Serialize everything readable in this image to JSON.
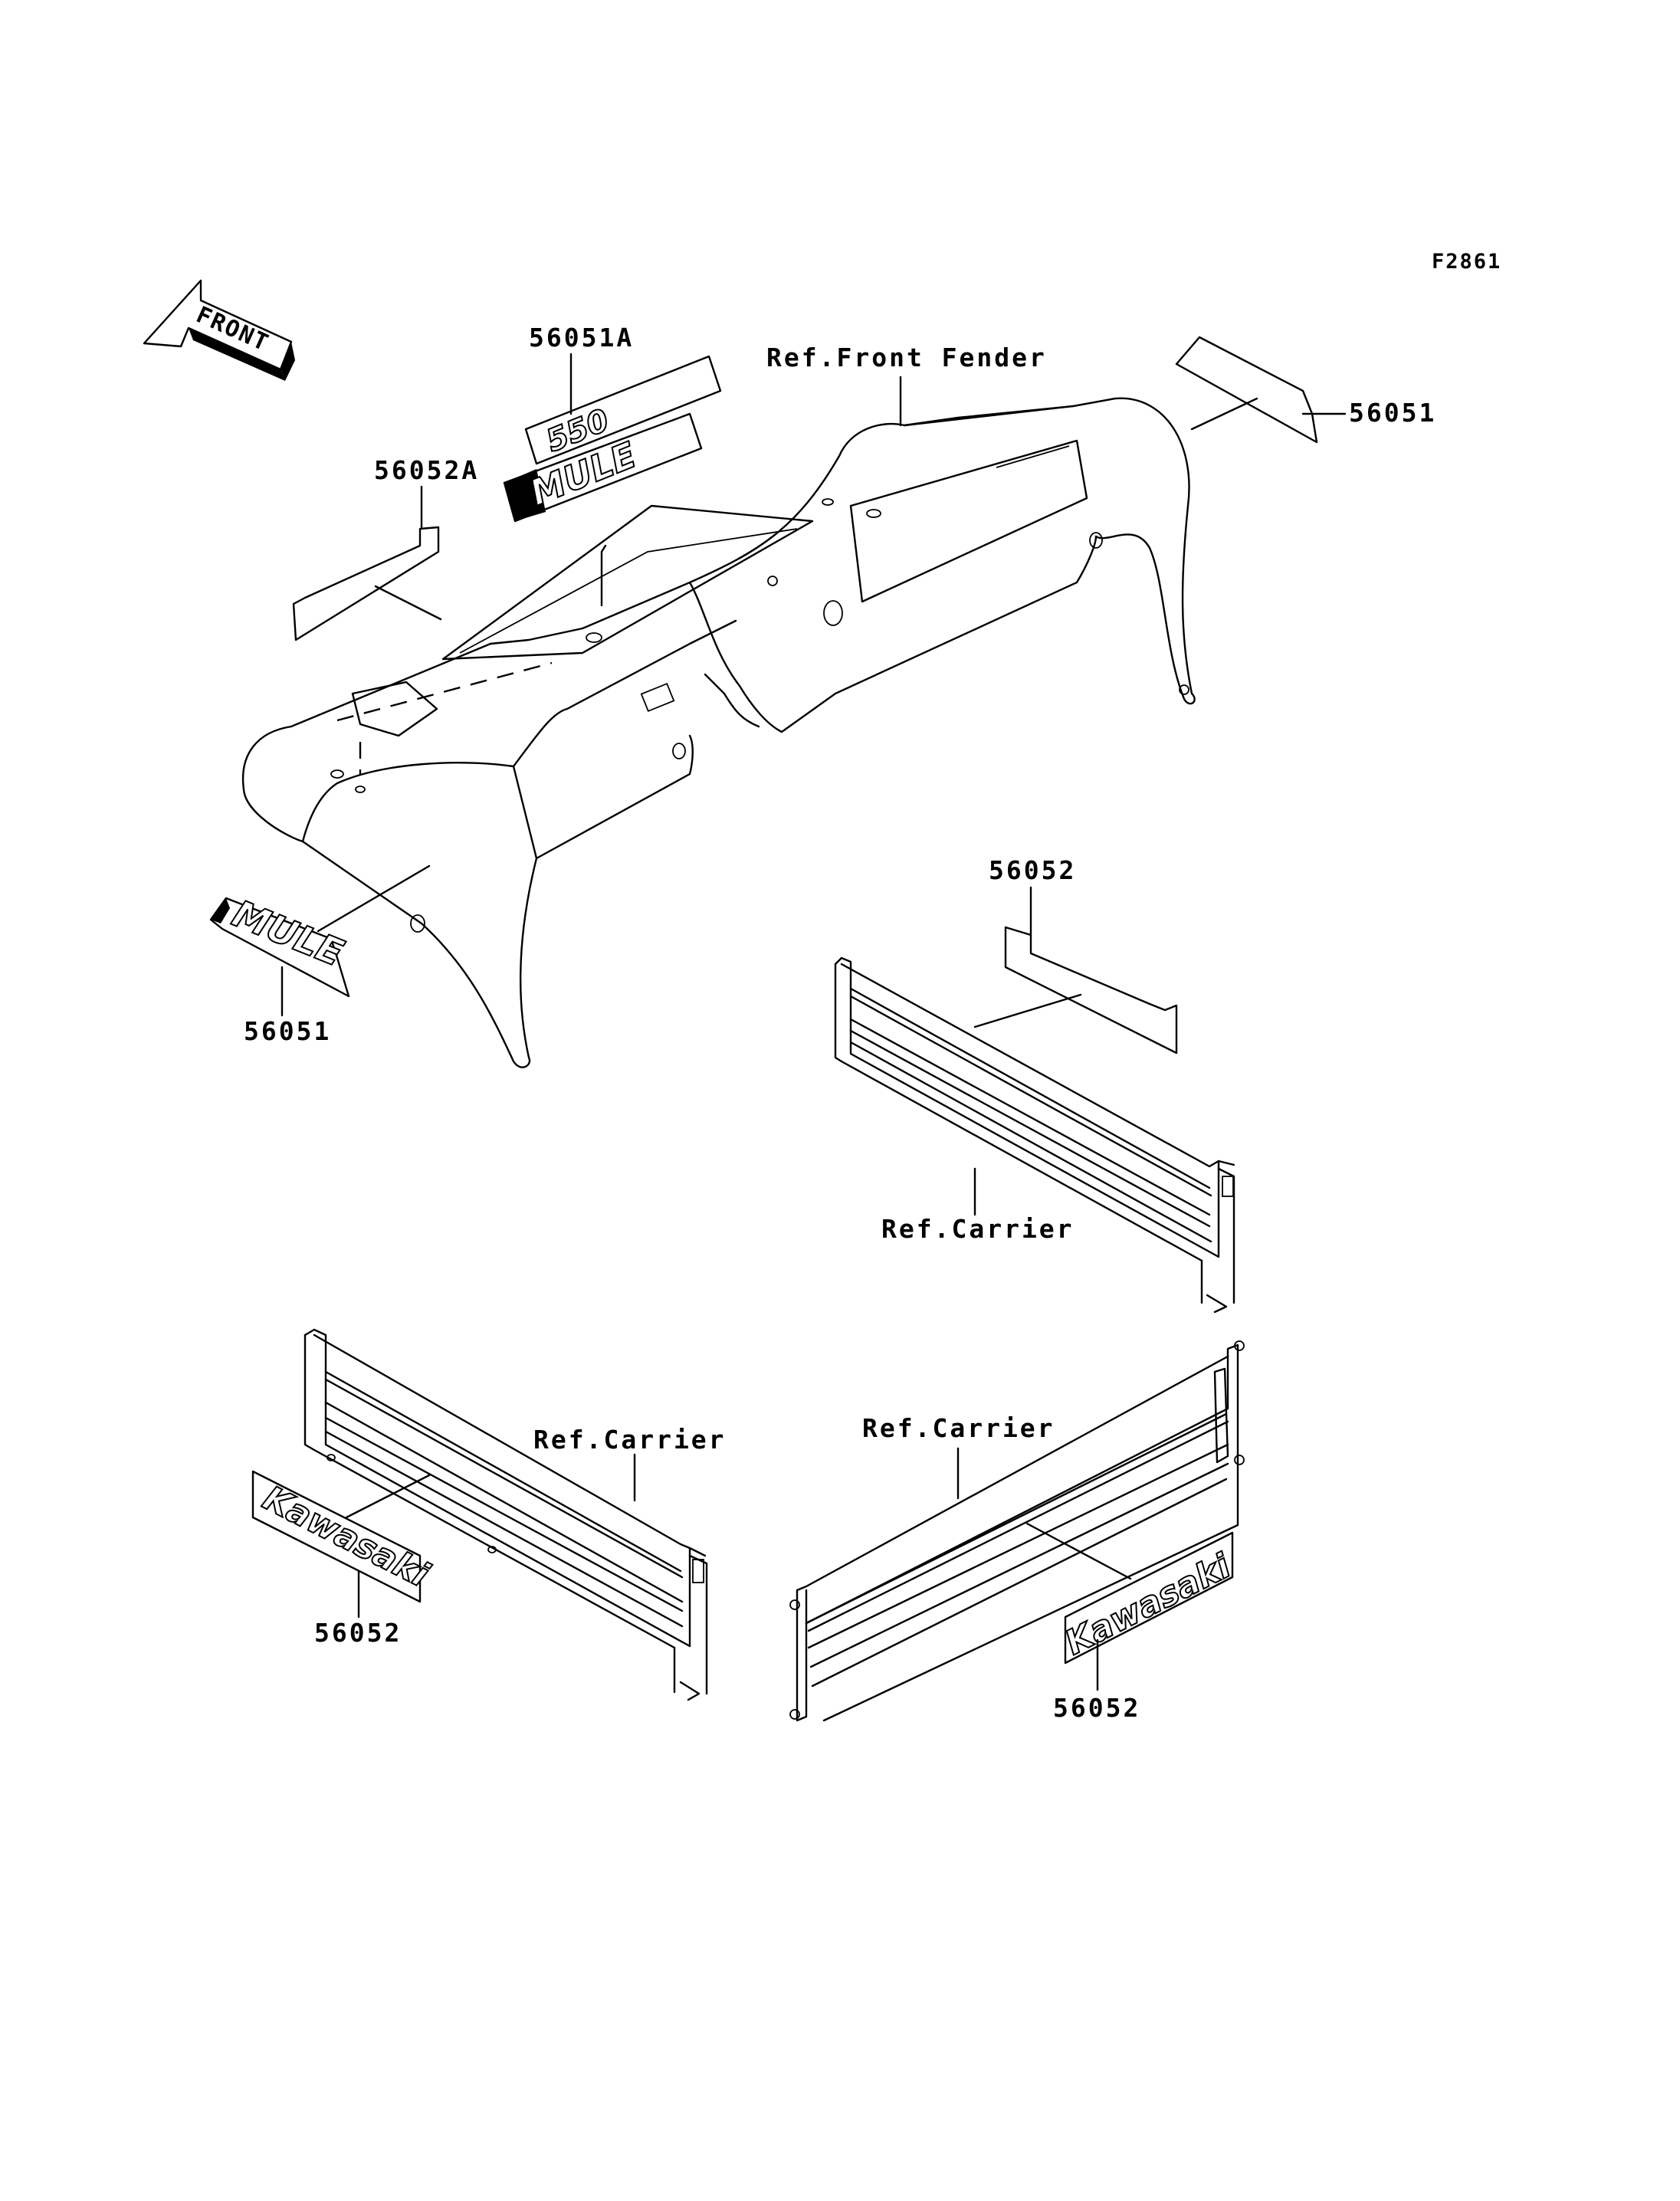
{
  "figure_id": "F2861",
  "front_arrow_label": "FRONT",
  "callouts": {
    "c_56051A": "56051A",
    "c_ref_front_fender": "Ref.Front Fender",
    "c_56051_right": "56051",
    "c_56052A": "56052A",
    "c_56051_left": "56051",
    "c_56052_upper": "56052",
    "c_ref_carrier_mid": "Ref.Carrier",
    "c_ref_carrier_left": "Ref.Carrier",
    "c_56052_left": "56052",
    "c_ref_carrier_right": "Ref.Carrier",
    "c_56052_right": "56052"
  },
  "decals": {
    "mule_text": "MULE",
    "model_text": "550",
    "kawasaki_text": "Kawasaki"
  }
}
